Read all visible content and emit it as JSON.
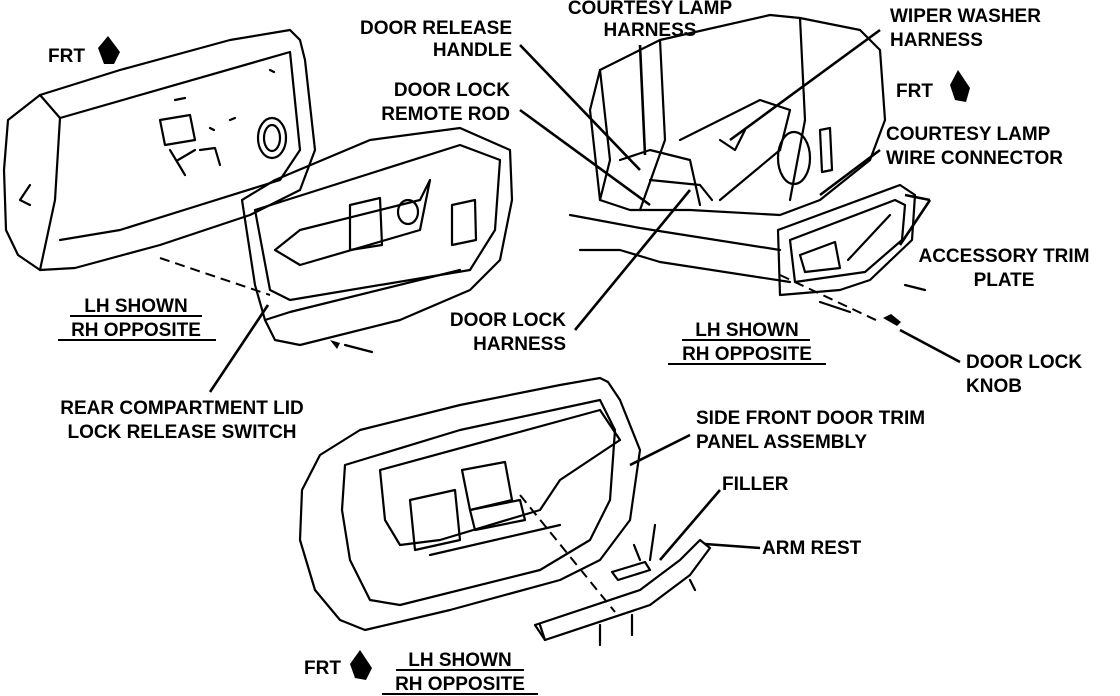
{
  "labels": {
    "frt_top_left": "FRT",
    "frt_top_right": "FRT",
    "frt_bottom": "FRT",
    "door_release_handle": [
      "DOOR RELEASE",
      "HANDLE"
    ],
    "courtesy_lamp_harness": [
      "COURTESY LAMP",
      "HARNESS"
    ],
    "wiper_washer_harness": [
      "WIPER WASHER",
      "HARNESS"
    ],
    "door_lock_remote_rod": [
      "DOOR LOCK",
      "REMOTE ROD"
    ],
    "courtesy_lamp_wire_connector": [
      "COURTESY LAMP",
      "WIRE CONNECTOR"
    ],
    "accessory_trim_plate": [
      "ACCESSORY TRIM",
      "PLATE"
    ],
    "door_lock_harness": [
      "DOOR LOCK",
      "HARNESS"
    ],
    "door_lock_knob": [
      "DOOR LOCK",
      "KNOB"
    ],
    "rear_compartment_lid_lock_release_switch": [
      "REAR COMPARTMENT LID",
      "LOCK RELEASE SWITCH"
    ],
    "side_front_door_trim_panel_assembly": [
      "SIDE FRONT DOOR TRIM",
      "PANEL ASSEMBLY"
    ],
    "filler": "FILLER",
    "arm_rest": "ARM REST",
    "lh_shown_left": [
      "LH SHOWN",
      "RH OPPOSITE"
    ],
    "lh_shown_right": [
      "LH SHOWN",
      "RH OPPOSITE"
    ],
    "lh_shown_bottom": [
      "LH SHOWN",
      "RH OPPOSITE"
    ]
  }
}
